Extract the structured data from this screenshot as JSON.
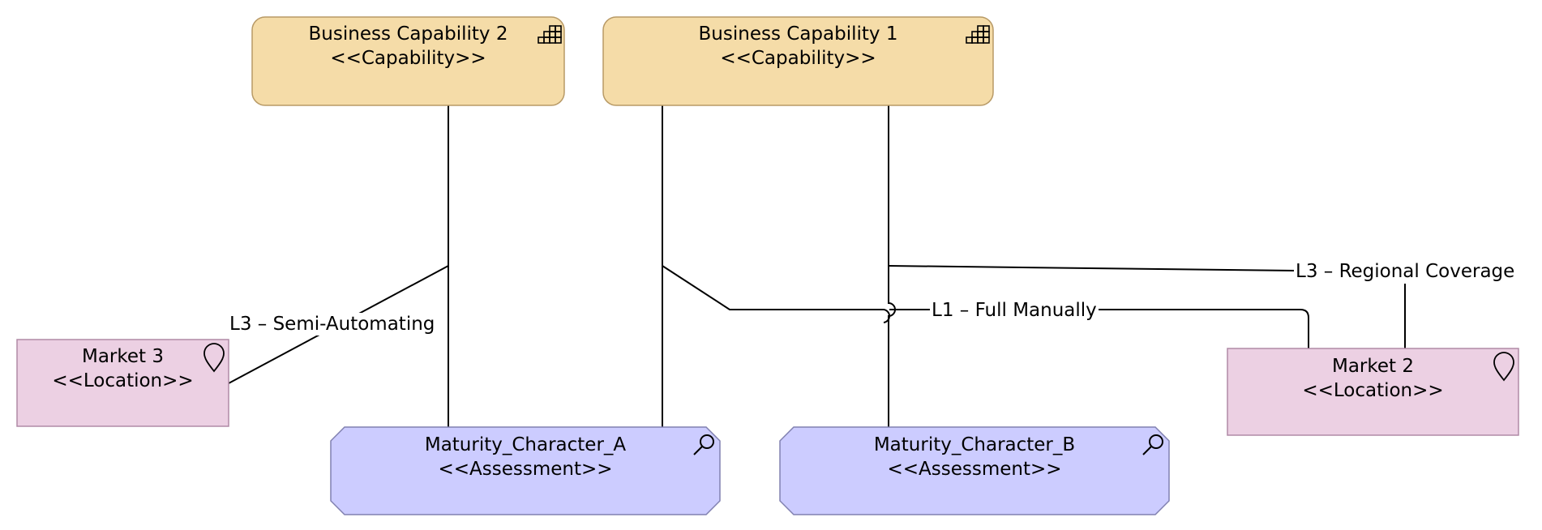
{
  "colors": {
    "capability_fill": "#f5dca8",
    "capability_stroke": "#b89a66",
    "assessment_fill": "#ccccff",
    "assessment_stroke": "#8080b0",
    "location_fill": "#ecd0e3",
    "location_stroke": "#b08aa6",
    "line": "#000000"
  },
  "nodes": {
    "capability2": {
      "name": "Business Capability 2",
      "stereotype": "<<Capability>>",
      "icon": "capability-icon"
    },
    "capability1": {
      "name": "Business Capability 1",
      "stereotype": "<<Capability>>",
      "icon": "capability-icon"
    },
    "market3": {
      "name": "Market 3",
      "stereotype": "<<Location>>",
      "icon": "location-pin-icon"
    },
    "market2": {
      "name": "Market 2",
      "stereotype": "<<Location>>",
      "icon": "location-pin-icon"
    },
    "assessmentA": {
      "name": "Maturity_Character_A",
      "stereotype": "<<Assessment>>",
      "icon": "magnifier-icon"
    },
    "assessmentB": {
      "name": "Maturity_Character_B",
      "stereotype": "<<Assessment>>",
      "icon": "magnifier-icon"
    }
  },
  "edge_labels": {
    "semi_automating": "L3 – Semi-Automating",
    "full_manually": "L1 – Full Manually",
    "regional_coverage": "L3 – Regional Coverage"
  }
}
